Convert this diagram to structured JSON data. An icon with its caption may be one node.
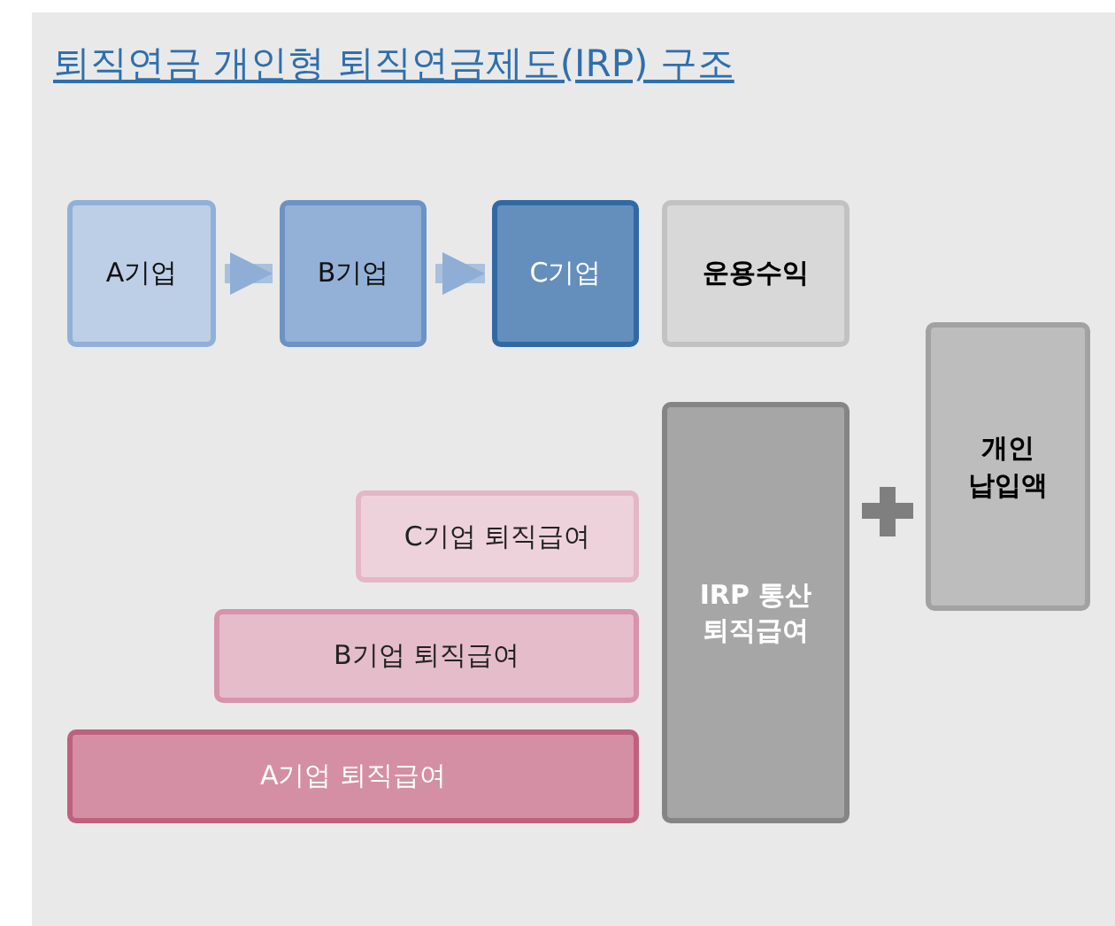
{
  "diagram": {
    "title": "퇴직연금 개인형 퇴직연금제도(IRP) 구조",
    "nodes": [
      {
        "text": [
          "A기업"
        ]
      },
      {
        "text": [
          "B기업"
        ]
      },
      {
        "text": [
          "C기업"
        ]
      },
      {
        "text": [
          "운용수익"
        ]
      },
      {
        "text": [
          "개인 납입액"
        ]
      },
      {
        "text": [
          "C기업 퇴직급여"
        ]
      },
      {
        "text": [
          "IRP 통산 퇴직급여"
        ]
      },
      {
        "text": [
          "B기업 퇴직급여"
        ]
      },
      {
        "text": [
          "A기업 퇴직급여"
        ]
      }
    ],
    "edges": [
      {
        "from": 0,
        "to": 1,
        "arrow": "to"
      },
      {
        "from": 1,
        "to": 2,
        "arrow": "to"
      }
    ]
  }
}
